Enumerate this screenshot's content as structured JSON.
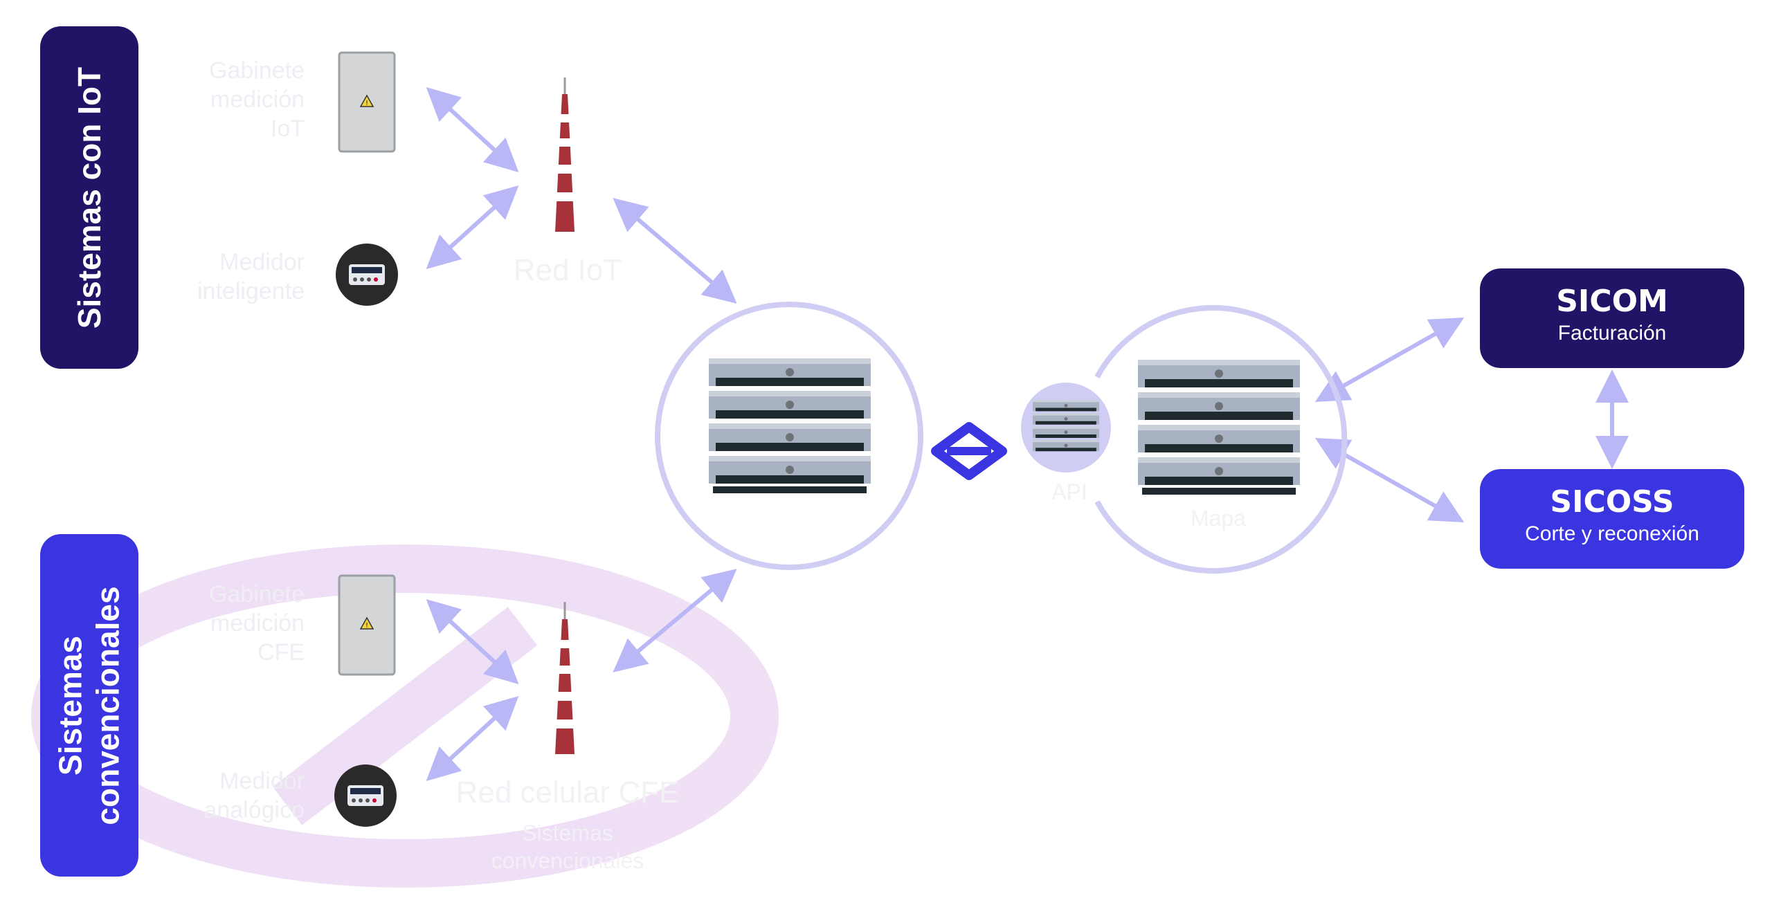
{
  "groups": {
    "iot": {
      "label": "Sistemas con IoT"
    },
    "conventional": {
      "label_line1": "Sistemas",
      "label_line2": "convencionales"
    }
  },
  "systems": {
    "sicom": {
      "title": "SICOM",
      "subtitle": "Facturación"
    },
    "sicoss": {
      "title": "SICOSS",
      "subtitle": "Corte y reconexión"
    }
  },
  "colors": {
    "dark_navy": "#201466",
    "royal_blue": "#3a35e0",
    "arrow": "#b9b7f5",
    "circle": "#cfcdf3",
    "no_symbol": "#f0e0f6"
  },
  "icons": [
    "cabinet-icon",
    "meter-icon",
    "antenna-tower-icon",
    "server-rack-icon",
    "sync-diamond-icon",
    "prohibited-icon"
  ]
}
